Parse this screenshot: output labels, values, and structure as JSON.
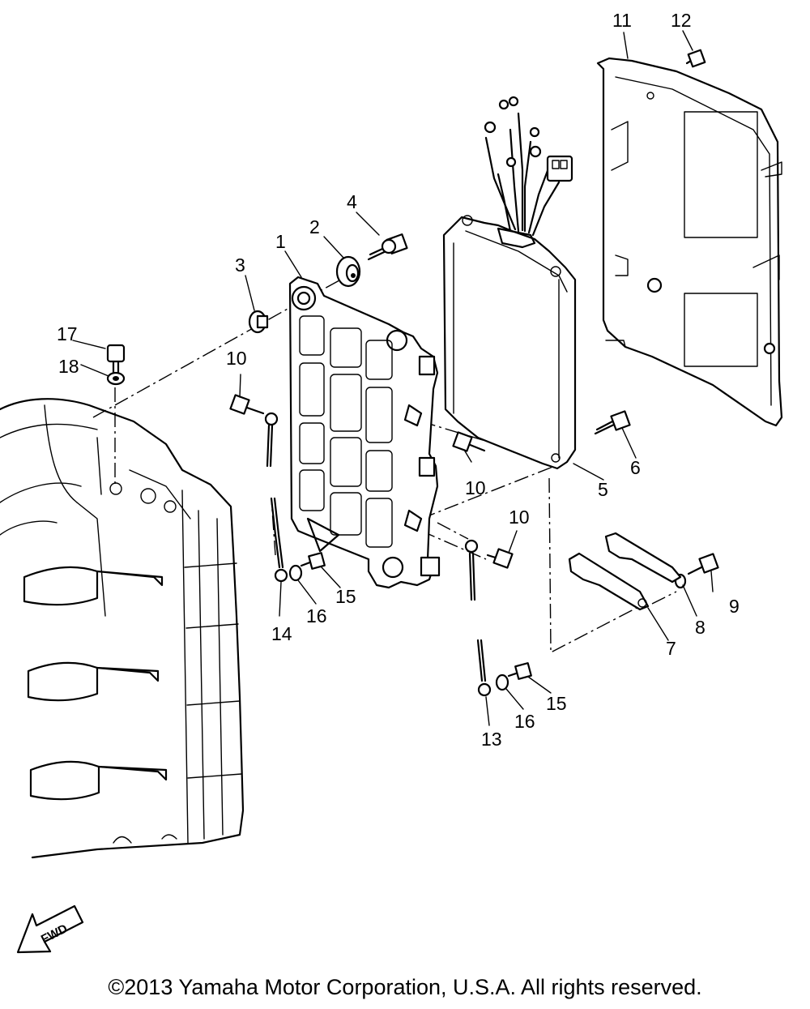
{
  "callouts": [
    {
      "id": "1",
      "text": "1"
    },
    {
      "id": "2",
      "text": "2"
    },
    {
      "id": "3",
      "text": "3"
    },
    {
      "id": "4",
      "text": "4"
    },
    {
      "id": "5",
      "text": "5"
    },
    {
      "id": "6",
      "text": "6"
    },
    {
      "id": "7",
      "text": "7"
    },
    {
      "id": "8",
      "text": "8"
    },
    {
      "id": "9",
      "text": "9"
    },
    {
      "id": "10a",
      "text": "10"
    },
    {
      "id": "10b",
      "text": "10"
    },
    {
      "id": "10c",
      "text": "10"
    },
    {
      "id": "11",
      "text": "11"
    },
    {
      "id": "12",
      "text": "12"
    },
    {
      "id": "13",
      "text": "13"
    },
    {
      "id": "14",
      "text": "14"
    },
    {
      "id": "15a",
      "text": "15"
    },
    {
      "id": "15b",
      "text": "15"
    },
    {
      "id": "16a",
      "text": "16"
    },
    {
      "id": "16b",
      "text": "16"
    },
    {
      "id": "17",
      "text": "17"
    },
    {
      "id": "18",
      "text": "18"
    }
  ],
  "fwd_label": "FWD",
  "copyright": "©2013 Yamaha Motor Corporation, U.S.A. All rights reserved."
}
